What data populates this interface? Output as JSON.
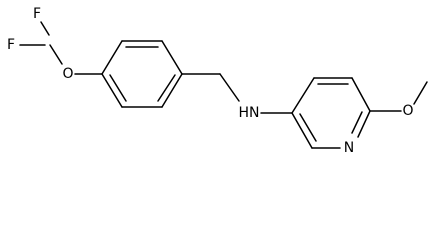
{
  "molecule": {
    "atoms": {
      "f_top": "F",
      "f_left": "F",
      "ether_oxygen_left": "O",
      "amine_nitrogen": "HN",
      "pyridine_nitrogen": "N",
      "methoxy_oxygen": "O"
    }
  }
}
